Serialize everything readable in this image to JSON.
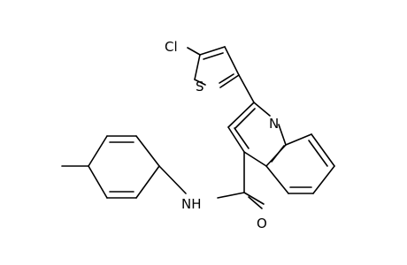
{
  "molecule": {
    "atom_labels": {
      "chlorine": "Cl",
      "sulfur": "S",
      "quinoline_nitrogen": "N",
      "amide_nh": "NH",
      "carbonyl_oxygen": "O"
    }
  }
}
